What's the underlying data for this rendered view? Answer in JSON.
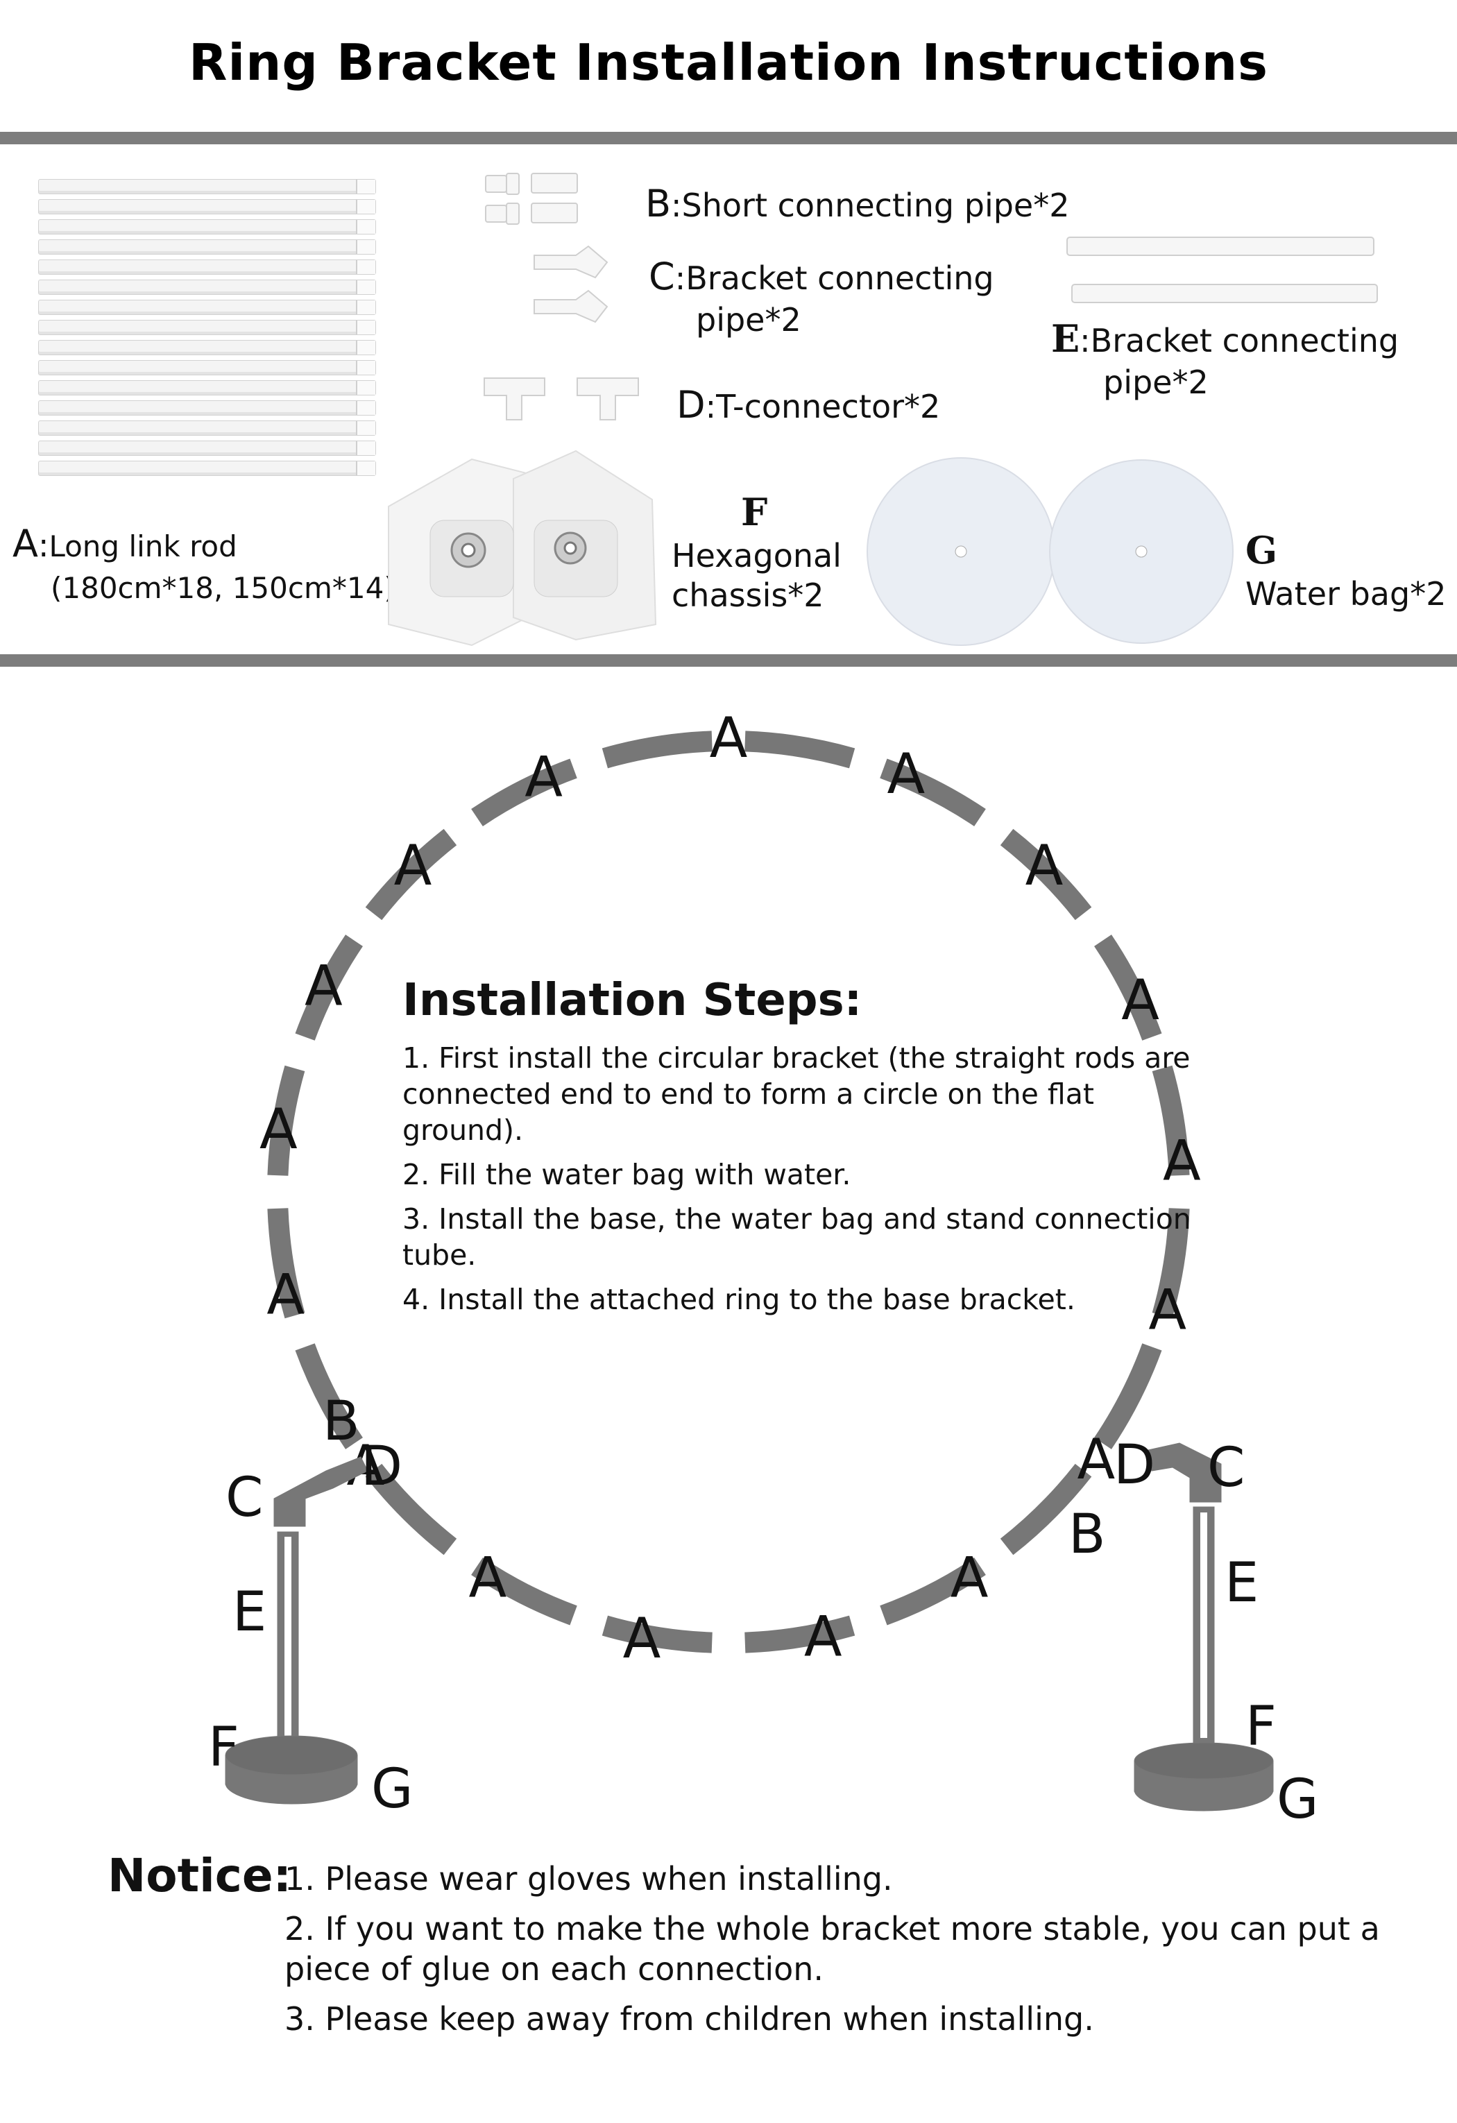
{
  "title": "Ring Bracket Installation Instructions",
  "parts": {
    "a": {
      "letter": "A",
      "sep": ":",
      "name": "Long link rod",
      "detail": "(180cm*18, 150cm*14)"
    },
    "b": {
      "letter": "B",
      "sep": ":",
      "name": "Short connecting pipe*2"
    },
    "c": {
      "letter": "C",
      "sep": ":",
      "name_line1": "Bracket connecting",
      "name_line2": "pipe*2"
    },
    "d": {
      "letter": "D",
      "sep": ":",
      "name": "T-connector*2"
    },
    "e": {
      "letter": "E",
      "sep": ":",
      "name_line1": "Bracket connecting",
      "name_line2": "pipe*2"
    },
    "f": {
      "letter": "F",
      "name_line1": "Hexagonal",
      "name_line2": "chassis*2"
    },
    "g": {
      "letter": "G",
      "name": "Water bag*2"
    }
  },
  "diagram": {
    "ring_segment_label": "A",
    "labels": {
      "b": "B",
      "c": "C",
      "d": "D",
      "e": "E",
      "f": "F",
      "g": "G"
    },
    "color": "#777777"
  },
  "steps": {
    "heading": "Installation Steps:",
    "items": [
      "1. First install the circular bracket (the straight rods are connected end to end to form a circle on the flat ground).",
      "2. Fill the water bag with water.",
      "3. Install the base, the water bag and stand connection tube.",
      "4. Install the attached ring to the base bracket."
    ]
  },
  "notice": {
    "heading": "Notice:",
    "items": [
      "1. Please wear gloves when installing.",
      "2. If you want to make the whole bracket more stable, you can put a piece of glue on each connection.",
      "3. Please keep away from children when installing."
    ]
  }
}
